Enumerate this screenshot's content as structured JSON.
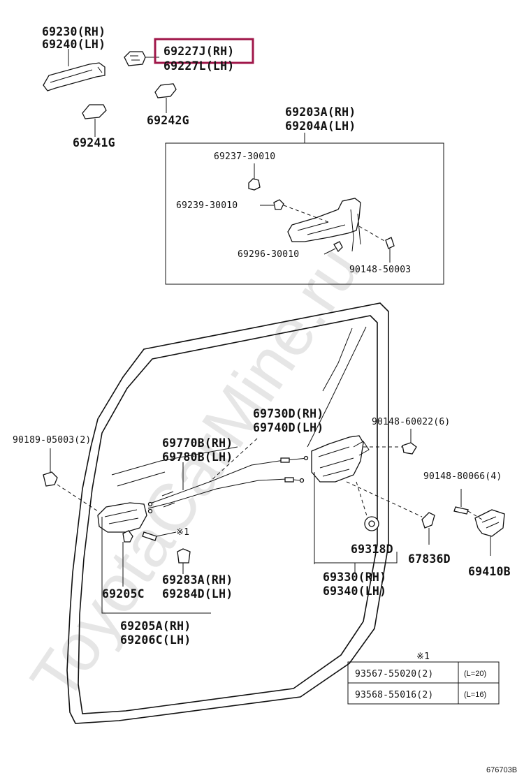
{
  "watermark": "ToyotaCarMine.ru",
  "highlight_color": "#a0174a",
  "callouts": {
    "c69230": "69230(RH)",
    "c69240": "69240(LH)",
    "c69227j": "69227J(RH)",
    "c69227l": "69227L(LH)",
    "c69242g": "69242G",
    "c69241g": "69241G",
    "c69203a": "69203A(RH)",
    "c69204a": "69204A(LH)",
    "c69237": "69237-30010",
    "c69239": "69239-30010",
    "c69296": "69296-30010",
    "c90148_50003": "90148-50003",
    "c69730d": "69730D(RH)",
    "c69740d": "69740D(LH)",
    "c90148_60022": "90148-60022(6)",
    "c90189": "90189-05003(2)",
    "c69770b": "69770B(RH)",
    "c69780b": "69780B(LH)",
    "c90148_80066": "90148-80066(4)",
    "c_mark": "※1",
    "c69318d": "69318D",
    "c67836d": "67836D",
    "c69410b": "69410B",
    "c69283a": "69283A(RH)",
    "c69284d": "69284D(LH)",
    "c69205c": "69205C",
    "c69330": "69330(RH)",
    "c69340": "69340(LH)",
    "c69205a": "69205A(RH)",
    "c69206c": "69206C(LH)"
  },
  "note_table": {
    "mark": "※1",
    "rows": [
      {
        "part": "93567-55020(2)",
        "length": "(L=20)"
      },
      {
        "part": "93568-55016(2)",
        "length": "(L=16)"
      }
    ]
  },
  "figure_id": "676703B"
}
